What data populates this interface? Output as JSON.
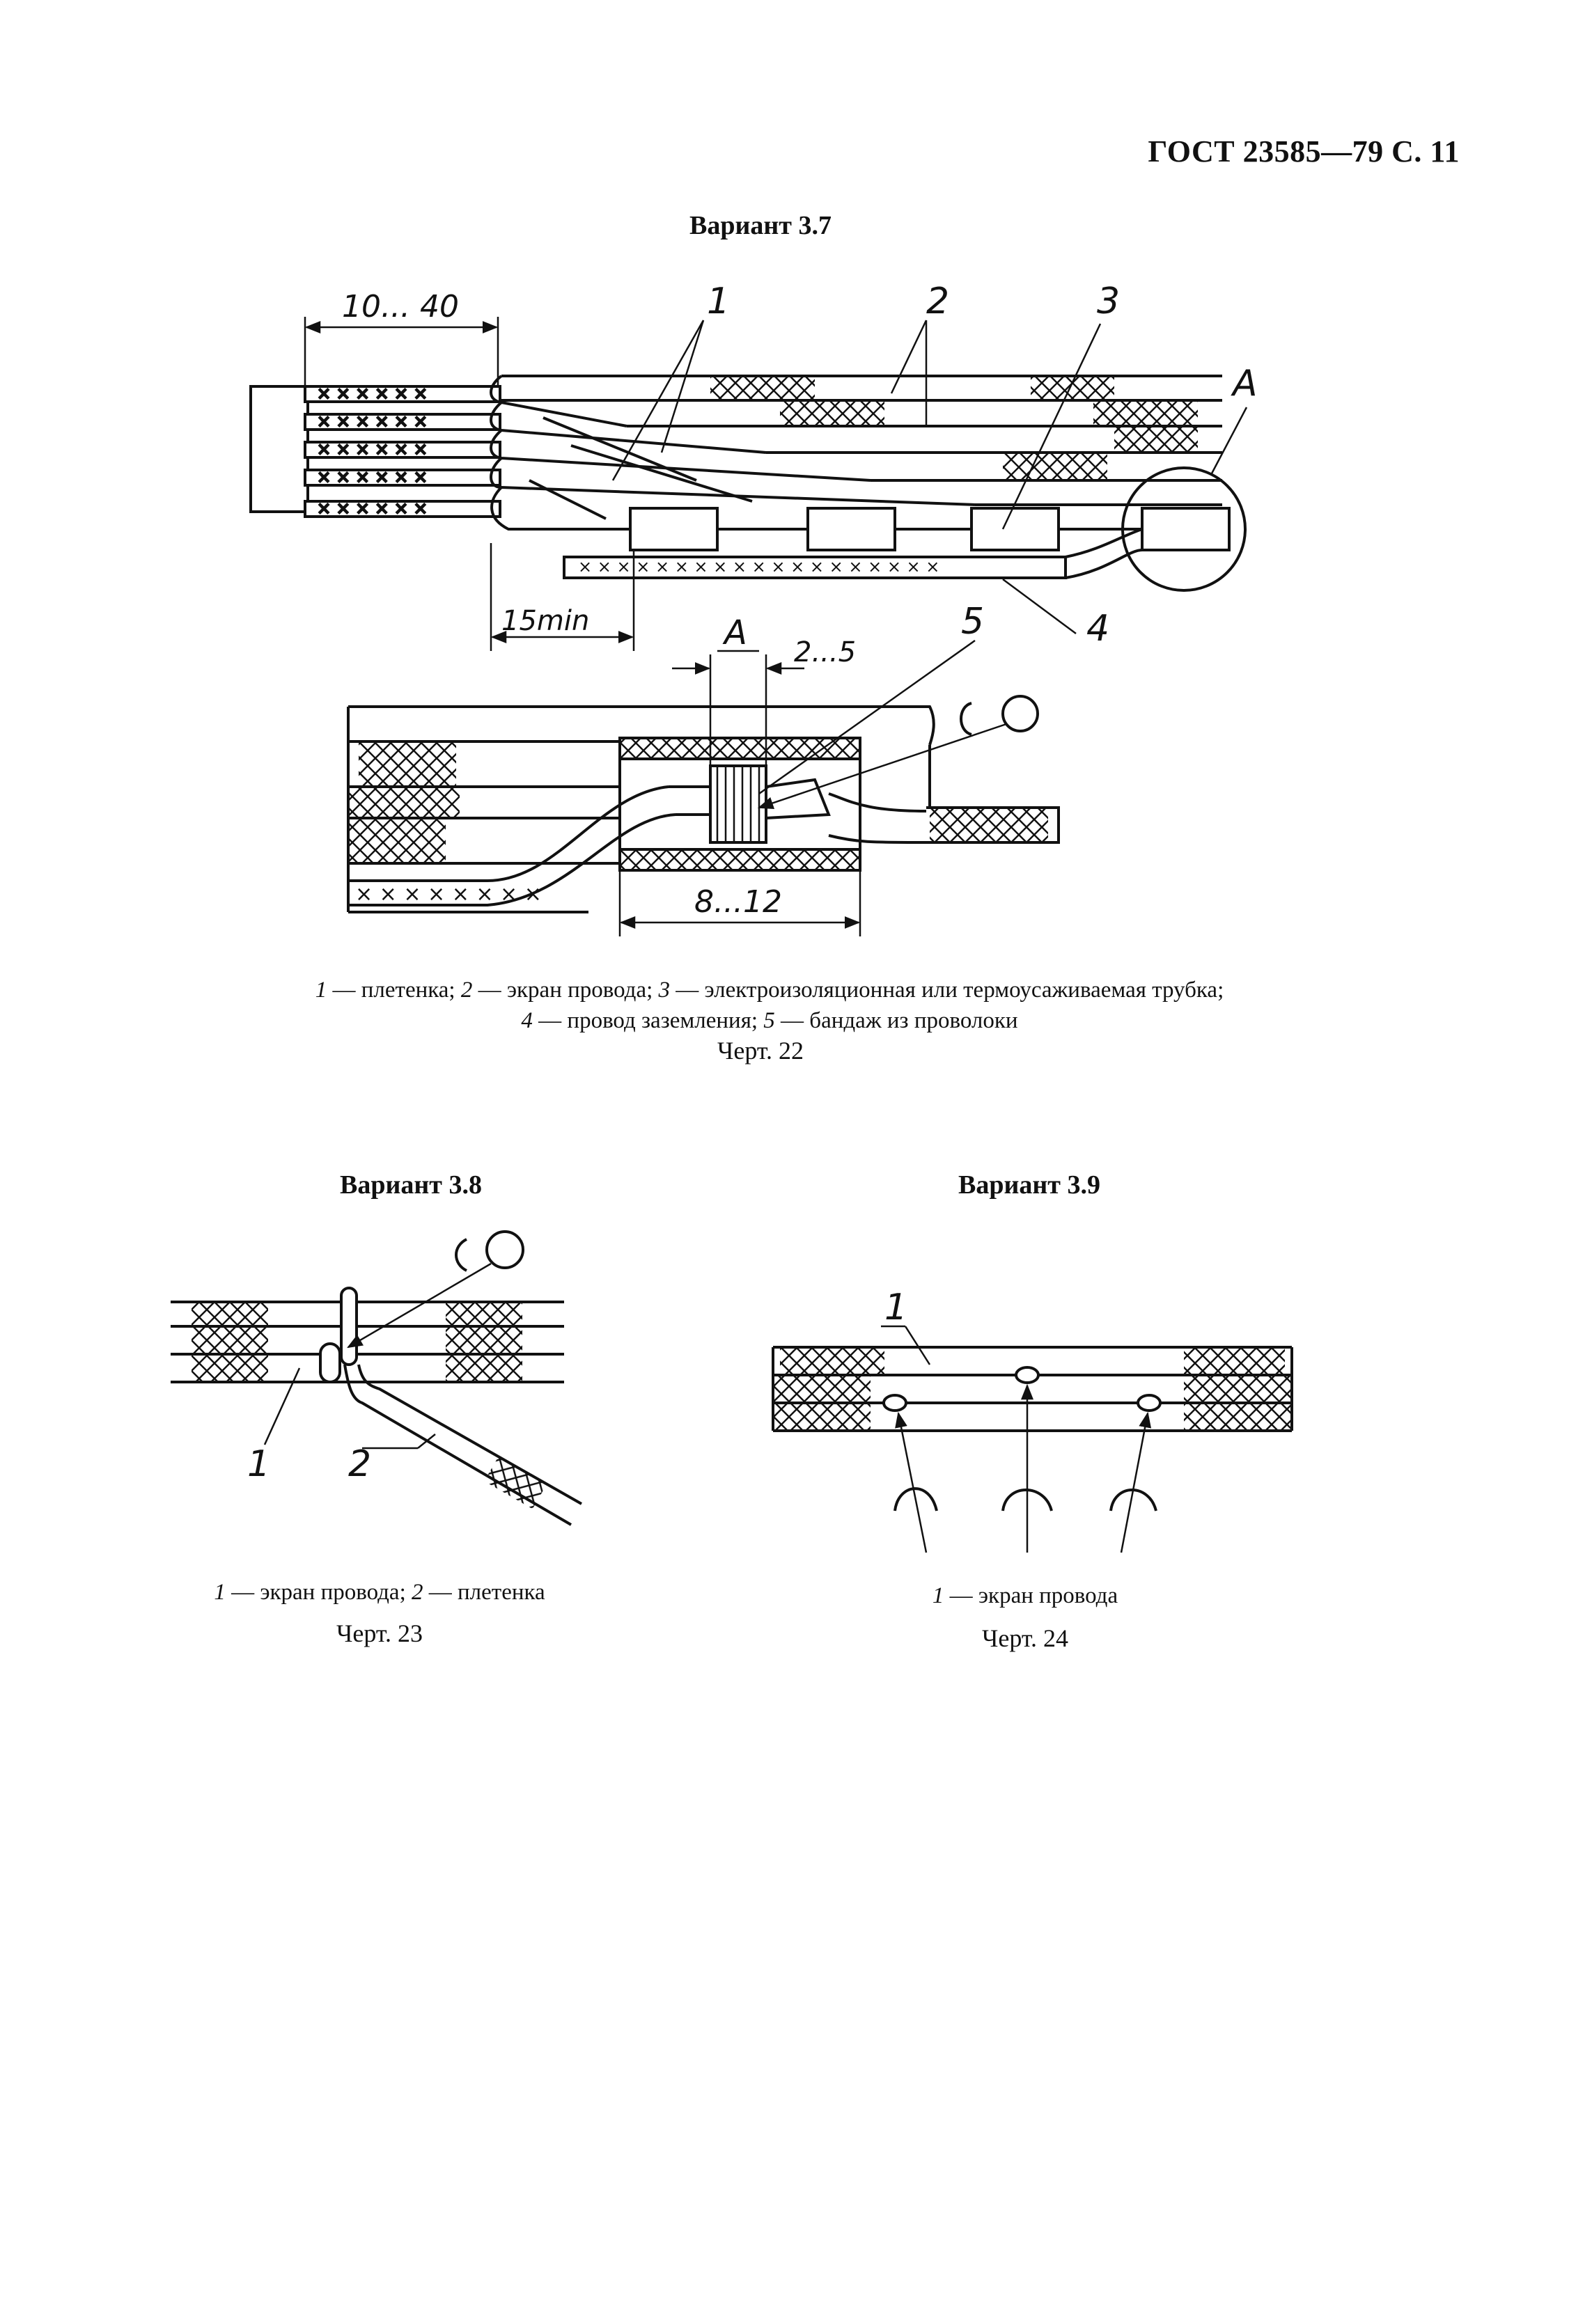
{
  "header": {
    "text": "ГОСТ 23585—79 С. 11"
  },
  "fig22": {
    "title": "Вариант 3.7",
    "dim_10_40": "10... 40",
    "dim_15min": "15min",
    "dim_2_5": "2...5",
    "dim_8_12": "8...12",
    "label_A": "А",
    "label_A2": "А",
    "callouts": [
      "1",
      "2",
      "3",
      "4",
      "5"
    ],
    "legend_line1": [
      {
        "n": "1",
        "t": " — плетенка; "
      },
      {
        "n": "2",
        "t": " — экран провода; "
      },
      {
        "n": "3",
        "t": " — электроизоляционная или термоусаживаемая трубка;"
      }
    ],
    "legend_line2": [
      {
        "n": "4",
        "t": " — провод заземления; "
      },
      {
        "n": "5",
        "t": " — бандаж из проволоки"
      }
    ],
    "caption": "Черт. 22"
  },
  "fig23": {
    "title": "Вариант 3.8",
    "callouts": [
      "1",
      "2"
    ],
    "legend": [
      {
        "n": "1",
        "t": " — экран провода; "
      },
      {
        "n": "2",
        "t": " — плетенка"
      }
    ],
    "caption": "Черт. 23"
  },
  "fig24": {
    "title": "Вариант 3.9",
    "callouts": [
      "1"
    ],
    "legend": [
      {
        "n": "1",
        "t": " — экран провода"
      }
    ],
    "caption": "Черт. 24"
  }
}
